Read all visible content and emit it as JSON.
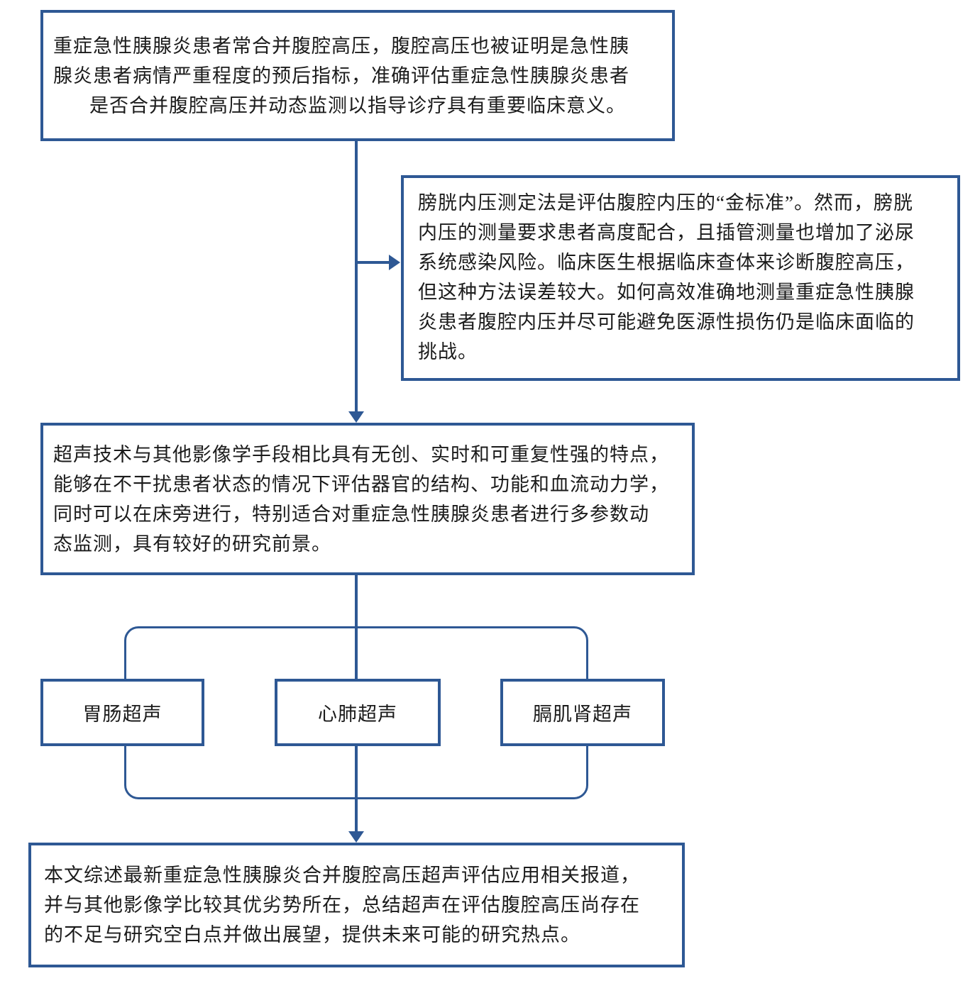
{
  "accent_color": "#2E5894",
  "text_color": "#1B1B1B",
  "boxes": {
    "intro": {
      "lines": [
        "重症急性胰腺炎患者常合并腹腔高压，腹腔高压也被证明是急性胰",
        "腺炎患者病情严重程度的预后指标，准确评估重症急性胰腺炎患者",
        "是否合并腹腔高压并动态监测以指导诊疗具有重要临床意义。"
      ]
    },
    "bladder": {
      "lines": [
        "膀胱内压测定法是评估腹腔内压的“金标准”。然而，膀胱",
        "内压的测量要求患者高度配合，且插管测量也增加了泌尿",
        "系统感染风险。临床医生根据临床查体来诊断腹腔高压，",
        "但这种方法误差较大。如何高效准确地测量重症急性胰腺",
        "炎患者腹腔内压并尽可能避免医源性损伤仍是临床面临的",
        "挑战。"
      ]
    },
    "ultrasound": {
      "lines": [
        "超声技术与其他影像学手段相比具有无创、实时和可重复性强的特点，",
        "能够在不干扰患者状态的情况下评估器官的结构、功能和血流动力学，",
        "同时可以在床旁进行，特别适合对重症急性胰腺炎患者进行多参数动",
        "态监测，具有较好的研究前景。"
      ]
    },
    "modalities": [
      {
        "label": "胃肠超声"
      },
      {
        "label": "心肺超声"
      },
      {
        "label": "膈肌肾超声"
      }
    ],
    "summary": {
      "lines": [
        "本文综述最新重症急性胰腺炎合并腹腔高压超声评估应用相关报道，",
        "并与其他影像学比较其优劣势所在，总结超声在评估腹腔高压尚存在",
        "的不足与研究空白点并做出展望，提供未来可能的研究热点。"
      ]
    }
  }
}
